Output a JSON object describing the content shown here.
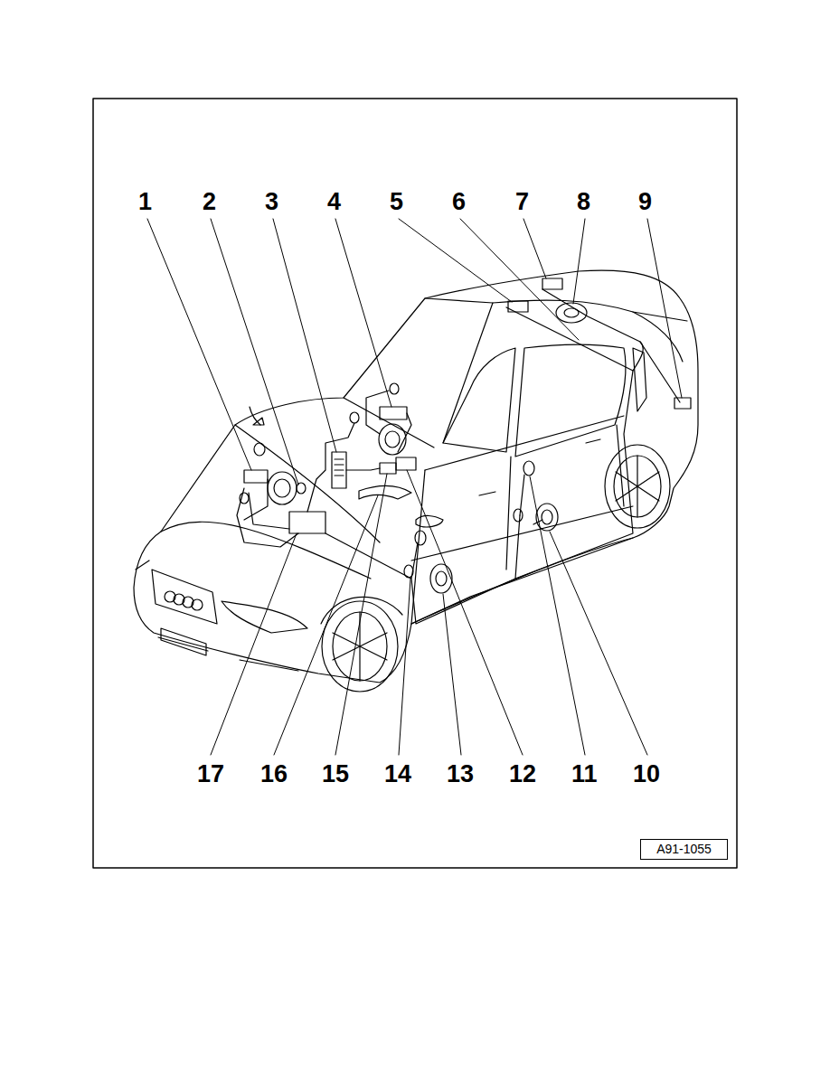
{
  "diagram": {
    "nodes": [
      {
        "text": [
          "A91-1055"
        ]
      }
    ],
    "labels": [
      "1",
      "2",
      "3",
      "4",
      "5",
      "6",
      "7",
      "8",
      "9",
      "17",
      "16",
      "15",
      "14",
      "13",
      "12",
      "11",
      "10"
    ]
  }
}
